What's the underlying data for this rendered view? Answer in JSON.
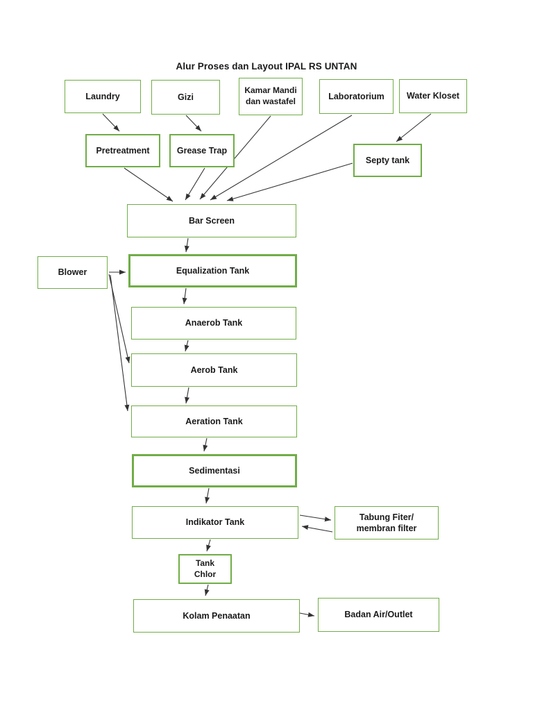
{
  "title": "Alur Proses dan Layout IPAL RS UNTAN",
  "colors": {
    "box_border_color": "#70ad47",
    "arrow_color": "#333333",
    "text_color": "#1a1a1a"
  },
  "nodes": {
    "laundry": {
      "label": "Laundry"
    },
    "gizi": {
      "label": "Gizi"
    },
    "kamar_mandi": {
      "line1": "Kamar Mandi",
      "line2": "dan wastafel"
    },
    "laboratorium": {
      "label": "Laboratorium"
    },
    "water_kloset": {
      "label": "Water Kloset"
    },
    "pretreatment": {
      "label": "Pretreatment"
    },
    "grease_trap": {
      "label": "Grease Trap"
    },
    "septy_tank": {
      "label": "Septy tank"
    },
    "bar_screen": {
      "label": "Bar Screen"
    },
    "blower": {
      "label": "Blower"
    },
    "equalization_tank": {
      "label": "Equalization Tank"
    },
    "anaerob_tank": {
      "label": "Anaerob Tank"
    },
    "aerob_tank": {
      "label": "Aerob Tank"
    },
    "aeration_tank": {
      "label": "Aeration Tank"
    },
    "sedimentasi": {
      "label": "Sedimentasi"
    },
    "indikator_tank": {
      "label": "Indikator Tank"
    },
    "tabung_filter": {
      "line1": "Tabung Fiter/",
      "line2": "membran filter"
    },
    "tank_chlor": {
      "line1": "Tank",
      "line2": "Chlor"
    },
    "kolam_penaatan": {
      "label": "Kolam Penaatan"
    },
    "badan_air": {
      "label": "Badan Air/Outlet"
    }
  },
  "connections": [
    {
      "from": "Laundry",
      "to": "Pretreatment"
    },
    {
      "from": "Gizi",
      "to": "Grease Trap"
    },
    {
      "from": "Kamar Mandi dan wastafel",
      "to": "Bar Screen"
    },
    {
      "from": "Laboratorium",
      "to": "Bar Screen"
    },
    {
      "from": "Water Kloset",
      "to": "Septy tank"
    },
    {
      "from": "Pretreatment",
      "to": "Bar Screen"
    },
    {
      "from": "Grease Trap",
      "to": "Bar Screen"
    },
    {
      "from": "Septy tank",
      "to": "Bar Screen"
    },
    {
      "from": "Bar Screen",
      "to": "Equalization Tank"
    },
    {
      "from": "Blower",
      "to": "Equalization Tank"
    },
    {
      "from": "Blower",
      "to": "Aerob Tank"
    },
    {
      "from": "Blower",
      "to": "Aeration Tank"
    },
    {
      "from": "Equalization Tank",
      "to": "Anaerob Tank"
    },
    {
      "from": "Anaerob Tank",
      "to": "Aerob Tank"
    },
    {
      "from": "Aerob Tank",
      "to": "Aeration Tank"
    },
    {
      "from": "Aeration Tank",
      "to": "Sedimentasi"
    },
    {
      "from": "Sedimentasi",
      "to": "Indikator Tank"
    },
    {
      "from": "Indikator Tank",
      "to": "Tabung Fiter/membran filter"
    },
    {
      "from": "Tabung Fiter/membran filter",
      "to": "Indikator Tank"
    },
    {
      "from": "Indikator Tank",
      "to": "Tank Chlor"
    },
    {
      "from": "Tank Chlor",
      "to": "Kolam Penaatan"
    },
    {
      "from": "Kolam Penaatan",
      "to": "Badan Air/Outlet"
    }
  ]
}
